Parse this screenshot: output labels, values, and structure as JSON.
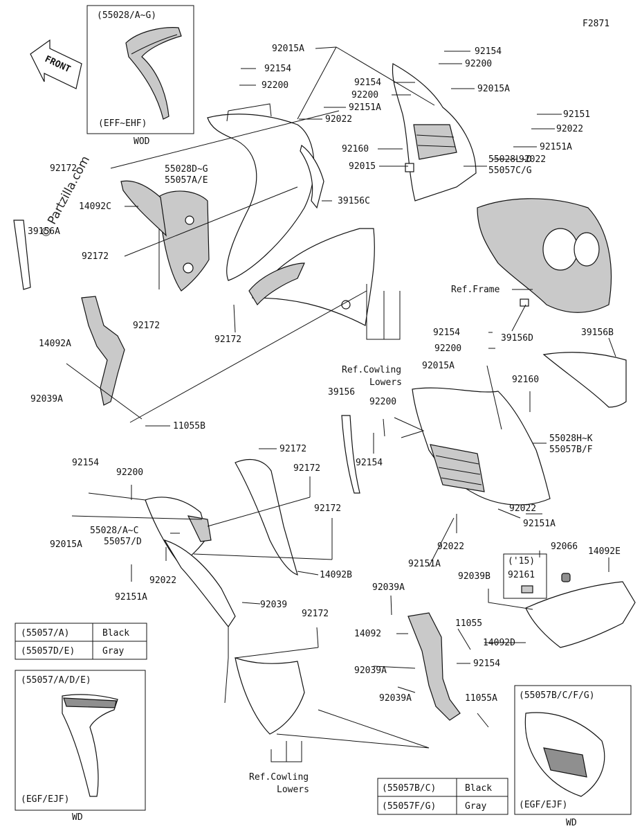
{
  "figure_code": "F2871",
  "watermark": "© Partzilla.com",
  "front_label": "FRONT",
  "insets": {
    "top_left": {
      "model": "(55028/A~G)",
      "codes": "(EFF~EHF)",
      "region": "WOD"
    },
    "bottom_left": {
      "model": "(55057/A/D/E)",
      "codes": "(EGF/EJF)",
      "region": "WD"
    },
    "bottom_right": {
      "model": "(55057B/C/F/G)",
      "codes": "(EGF/EJF)",
      "region": "WD"
    },
    "year_box": {
      "year": "('15)",
      "part": "92161"
    }
  },
  "color_table_left": [
    {
      "code": "(55057/A)",
      "color": "Black"
    },
    {
      "code": "(55057D/E)",
      "color": "Gray"
    }
  ],
  "color_table_right": [
    {
      "code": "(55057B/C)",
      "color": "Black"
    },
    {
      "code": "(55057F/G)",
      "color": "Gray"
    }
  ],
  "labels": [
    {
      "id": "l1",
      "text": "92015A"
    },
    {
      "id": "l2",
      "text": "92154"
    },
    {
      "id": "l3",
      "text": "92200"
    },
    {
      "id": "l4",
      "text": "92154"
    },
    {
      "id": "l5",
      "text": "92200"
    },
    {
      "id": "l6",
      "text": "92154"
    },
    {
      "id": "l7",
      "text": "92200"
    },
    {
      "id": "l8",
      "text": "92015A"
    },
    {
      "id": "l9",
      "text": "92151A"
    },
    {
      "id": "l10",
      "text": "92022"
    },
    {
      "id": "l11",
      "text": "92151"
    },
    {
      "id": "l12",
      "text": "92022"
    },
    {
      "id": "l13",
      "text": "92151A"
    },
    {
      "id": "l14",
      "text": "92022"
    },
    {
      "id": "l15",
      "text": "92160"
    },
    {
      "id": "l16",
      "text": "55028D~G"
    },
    {
      "id": "l17",
      "text": "55057A/E"
    },
    {
      "id": "l18",
      "text": "92015"
    },
    {
      "id": "l19",
      "text": "55028L~O"
    },
    {
      "id": "l20",
      "text": "55057C/G"
    },
    {
      "id": "l21",
      "text": "92172"
    },
    {
      "id": "l22",
      "text": "14092C"
    },
    {
      "id": "l23",
      "text": "39156C"
    },
    {
      "id": "l24",
      "text": "39156A"
    },
    {
      "id": "l25",
      "text": "92172"
    },
    {
      "id": "l26",
      "text": "Ref.Frame"
    },
    {
      "id": "l27",
      "text": "92172"
    },
    {
      "id": "l28",
      "text": "92172"
    },
    {
      "id": "l29",
      "text": "92154"
    },
    {
      "id": "l30",
      "text": "39156D"
    },
    {
      "id": "l31",
      "text": "39156B"
    },
    {
      "id": "l32",
      "text": "14092A"
    },
    {
      "id": "l33",
      "text": "92200"
    },
    {
      "id": "l34",
      "text": "92015A"
    },
    {
      "id": "l35",
      "text": "Ref.Cowling"
    },
    {
      "id": "l36",
      "text": "Lowers"
    },
    {
      "id": "l37",
      "text": "92160"
    },
    {
      "id": "l38",
      "text": "92039A"
    },
    {
      "id": "l39",
      "text": "39156"
    },
    {
      "id": "l40",
      "text": "92200"
    },
    {
      "id": "l41",
      "text": "11055B"
    },
    {
      "id": "l42",
      "text": "55028H~K"
    },
    {
      "id": "l43",
      "text": "55057B/F"
    },
    {
      "id": "l44",
      "text": "92154"
    },
    {
      "id": "l45",
      "text": "92172"
    },
    {
      "id": "l46",
      "text": "92154"
    },
    {
      "id": "l47",
      "text": "92200"
    },
    {
      "id": "l48",
      "text": "92172"
    },
    {
      "id": "l49",
      "text": "92172"
    },
    {
      "id": "l50",
      "text": "92022"
    },
    {
      "id": "l51",
      "text": "92151A"
    },
    {
      "id": "l52",
      "text": "55028/A~C"
    },
    {
      "id": "l53",
      "text": "55057/D"
    },
    {
      "id": "l54",
      "text": "92015A"
    },
    {
      "id": "l55",
      "text": "92022"
    },
    {
      "id": "l56",
      "text": "14092E"
    },
    {
      "id": "l57",
      "text": "92066"
    },
    {
      "id": "l58",
      "text": "92151A"
    },
    {
      "id": "l59",
      "text": "14092B"
    },
    {
      "id": "l60",
      "text": "92022"
    },
    {
      "id": "l61",
      "text": "92151A"
    },
    {
      "id": "l62",
      "text": "92039B"
    },
    {
      "id": "l63",
      "text": "92039A"
    },
    {
      "id": "l64",
      "text": "92039"
    },
    {
      "id": "l65",
      "text": "92172"
    },
    {
      "id": "l66",
      "text": "11055"
    },
    {
      "id": "l67",
      "text": "14092"
    },
    {
      "id": "l68",
      "text": "14092D"
    },
    {
      "id": "l69",
      "text": "92154"
    },
    {
      "id": "l70",
      "text": "92039A"
    },
    {
      "id": "l71",
      "text": "11055A"
    },
    {
      "id": "l72",
      "text": "92039A"
    },
    {
      "id": "l73",
      "text": "Ref.Cowling"
    },
    {
      "id": "l74",
      "text": "Lowers"
    }
  ]
}
